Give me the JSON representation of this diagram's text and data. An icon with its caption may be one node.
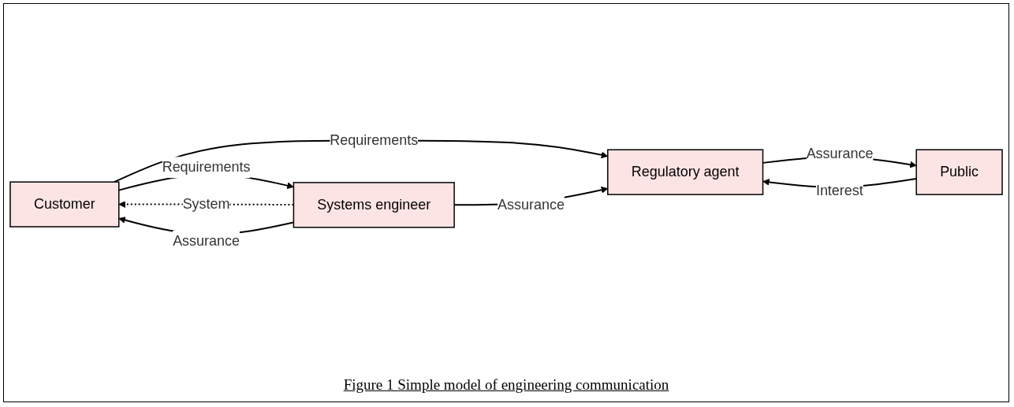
{
  "diagram": {
    "caption": "Figure 1 Simple model of engineering communication",
    "nodes": [
      {
        "text": [
          "Customer"
        ]
      },
      {
        "text": [
          "Systems engineer"
        ]
      },
      {
        "text": [
          "Regulatory agent"
        ]
      },
      {
        "text": [
          "Public"
        ]
      }
    ],
    "edges": [
      {
        "from": 0,
        "to": 1,
        "arrow": "to",
        "label": "Requirements"
      },
      {
        "from": 1,
        "to": 0,
        "arrow": "to",
        "label": "System",
        "style": "dashed"
      },
      {
        "from": 1,
        "to": 0,
        "arrow": "to",
        "label": "Assurance"
      },
      {
        "from": 0,
        "to": 2,
        "arrow": "to",
        "label": "Requirements"
      },
      {
        "from": 1,
        "to": 2,
        "arrow": "to",
        "label": "Assurance"
      },
      {
        "from": 3,
        "to": 2,
        "arrow": "to",
        "label": "Interest"
      },
      {
        "from": 2,
        "to": 3,
        "arrow": "to",
        "label": "Assurance"
      }
    ]
  }
}
